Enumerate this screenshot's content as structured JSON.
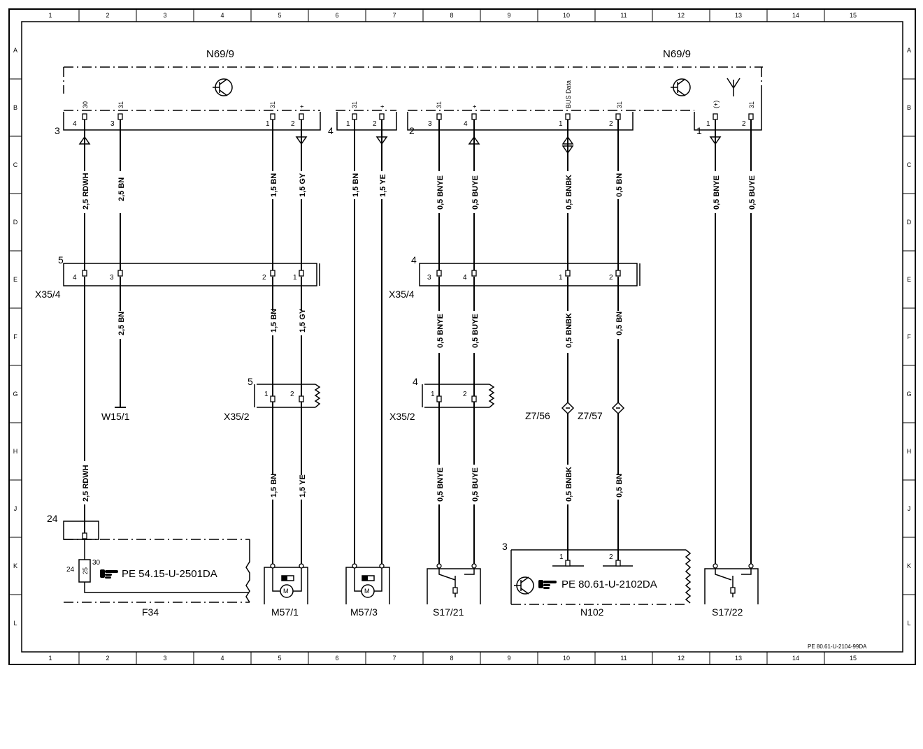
{
  "grid": {
    "columns": [
      "1",
      "2",
      "3",
      "4",
      "5",
      "6",
      "7",
      "8",
      "9",
      "10",
      "11",
      "12",
      "13",
      "14",
      "15"
    ],
    "rows": [
      "A",
      "B",
      "C",
      "D",
      "E",
      "F",
      "G",
      "H",
      "J",
      "K",
      "L"
    ]
  },
  "header": {
    "unit_left": "N69/9",
    "unit_right": "N69/9",
    "conn_group_left": "3",
    "conn_group_mid": "4",
    "conn_group_mid2": "2",
    "conn_group_right": "1",
    "pin_left": [
      {
        "num": "4",
        "sig": "30"
      },
      {
        "num": "3",
        "sig": "31"
      },
      {
        "num": "1",
        "sig": "31"
      },
      {
        "num": "2",
        "sig": "+"
      }
    ],
    "pin_mid": [
      {
        "num": "1",
        "sig": "31"
      },
      {
        "num": "2",
        "sig": "+"
      }
    ],
    "pin_mid2": [
      {
        "num": "3",
        "sig": "31"
      },
      {
        "num": "4",
        "sig": "+"
      },
      {
        "num": "1",
        "sig": "BUS Data"
      },
      {
        "num": "2",
        "sig": "31"
      }
    ],
    "pin_right": [
      {
        "num": "1",
        "sig": "(+)"
      },
      {
        "num": "2",
        "sig": "31"
      }
    ]
  },
  "wires_upper": [
    "2,5 RDWH",
    "2,5 BN",
    "1,5 BN",
    "1,5 GY",
    "1,5 BN",
    "1,5 YE",
    "0,5 BNYE",
    "0,5 BUYE",
    "0,5 BNBK",
    "0,5 BN",
    "0,5 BNYE",
    "0,5 BUYE"
  ],
  "x35_4_left": {
    "label": "X35/4",
    "group": "5",
    "pins": [
      "4",
      "3",
      "2",
      "1"
    ]
  },
  "x35_4_right": {
    "label": "X35/4",
    "group": "4",
    "pins": [
      "3",
      "4",
      "1",
      "2"
    ]
  },
  "wires_middle": [
    "2,5 BN",
    "1,5 BN",
    "1,5 GY",
    "0,5 BNYE",
    "0,5 BUYE",
    "0,5 BNBK",
    "0,5 BN"
  ],
  "ground": {
    "label": "W15/1"
  },
  "x35_2_left": {
    "label": "X35/2",
    "group": "5",
    "pins": [
      "1",
      "2"
    ]
  },
  "x35_2_right": {
    "label": "X35/2",
    "group": "4",
    "pins": [
      "1",
      "2"
    ]
  },
  "splices": [
    {
      "label": "Z7/56"
    },
    {
      "label": "Z7/57"
    }
  ],
  "wires_lower": [
    "2,5 RDWH",
    "1,5 BN",
    "1,5 YE",
    "0,5 BNYE",
    "0,5 BUYE",
    "0,5 BNBK",
    "0,5 BN"
  ],
  "fuse": {
    "label": "F34",
    "group": "24",
    "pin_left": "24",
    "pin_right": "30",
    "fuse_num": "25",
    "ref": "PE 54.15-U-2501DA"
  },
  "motors": [
    {
      "label": "M57/1"
    },
    {
      "label": "M57/3"
    }
  ],
  "switches": [
    {
      "label": "S17/21"
    },
    {
      "label": "S17/22"
    }
  ],
  "module": {
    "label": "N102",
    "group": "3",
    "pins": [
      "1",
      "2"
    ],
    "ref": "PE 80.61-U-2102DA"
  },
  "footer_code": "PE 80.61-U-2104-99DA"
}
